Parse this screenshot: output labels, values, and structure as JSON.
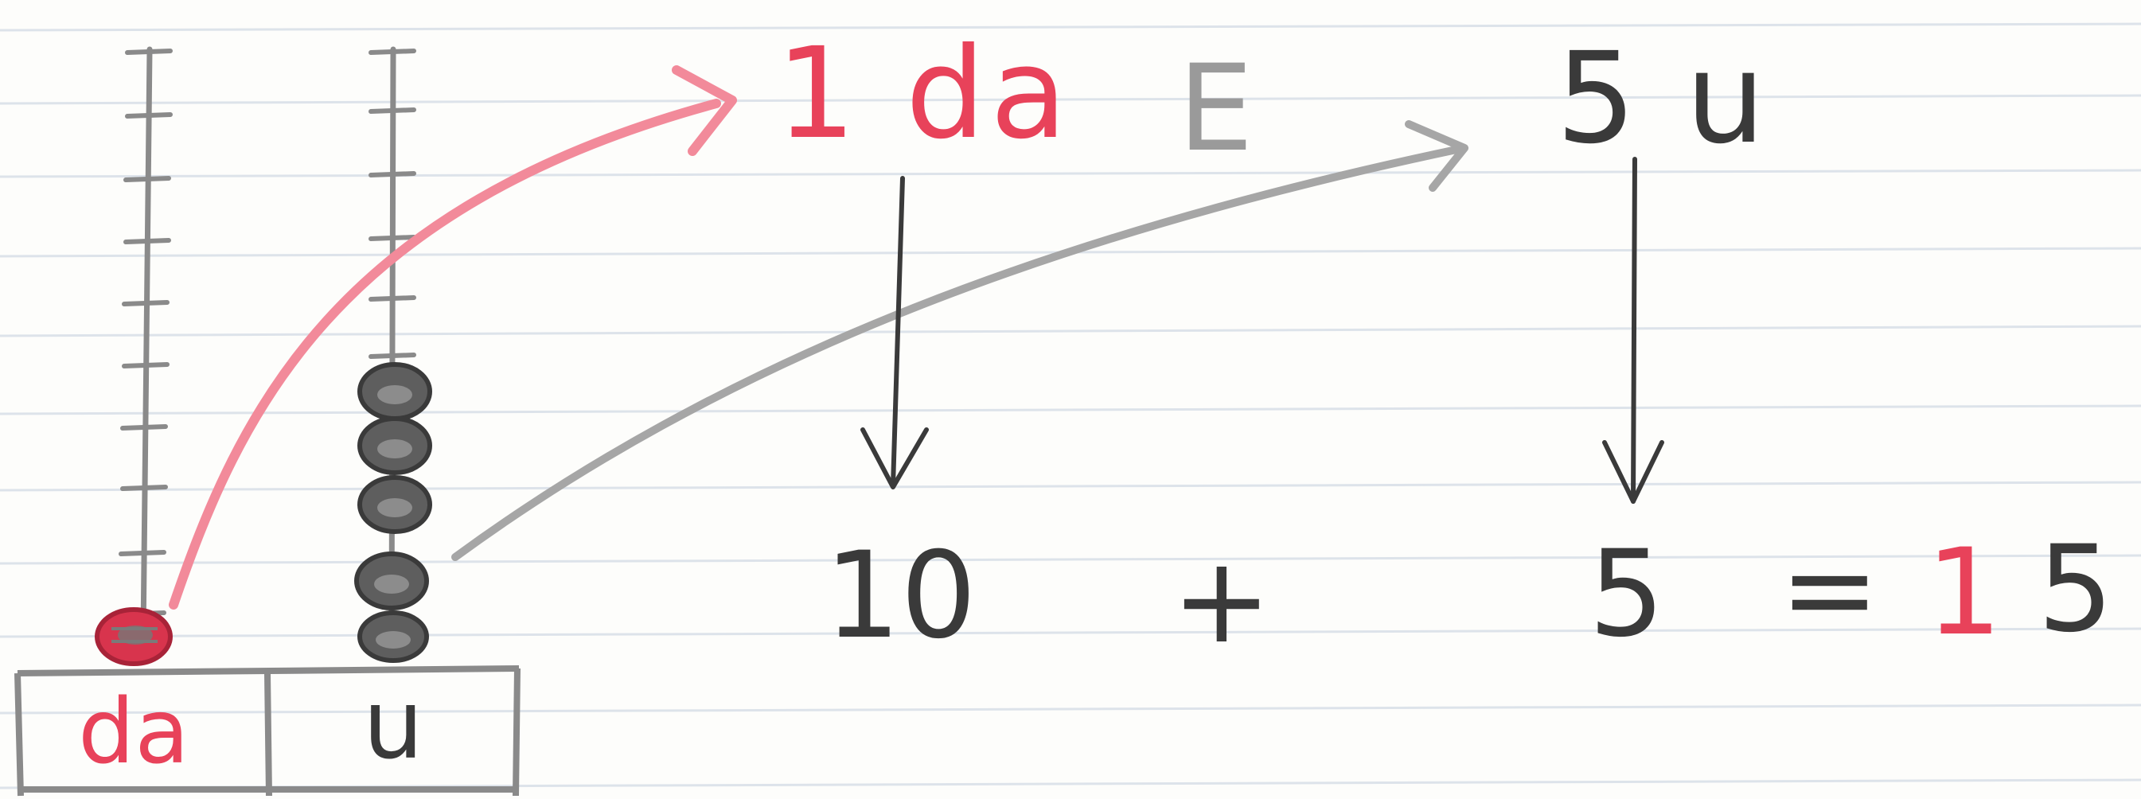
{
  "colors": {
    "paper": "#fdfdfb",
    "ruling": "#dde3ea",
    "pencil_gray": "#8a8a8a",
    "ink_dark": "#3a3a3a",
    "red": "#e8425a",
    "pink": "#f28a9a",
    "bead_gray": "#5e5e5e",
    "bead_red": "#d8344d"
  },
  "abacus": {
    "tens_label": "da",
    "units_label": "u",
    "tens_beads": 1,
    "units_beads": 5,
    "tens_color": "red",
    "units_color": "gray"
  },
  "decomposition": {
    "tens_part": "1 da",
    "connector": "E",
    "units_part": "5 u"
  },
  "equation": {
    "tens_value": "10",
    "plus": "+",
    "units_value": "5",
    "equals": "=",
    "result_tens_digit": "1",
    "result_units_digit": "5"
  },
  "icons": [
    "red-curved-arrow-icon",
    "gray-curved-arrow-icon",
    "down-arrow-icon"
  ]
}
